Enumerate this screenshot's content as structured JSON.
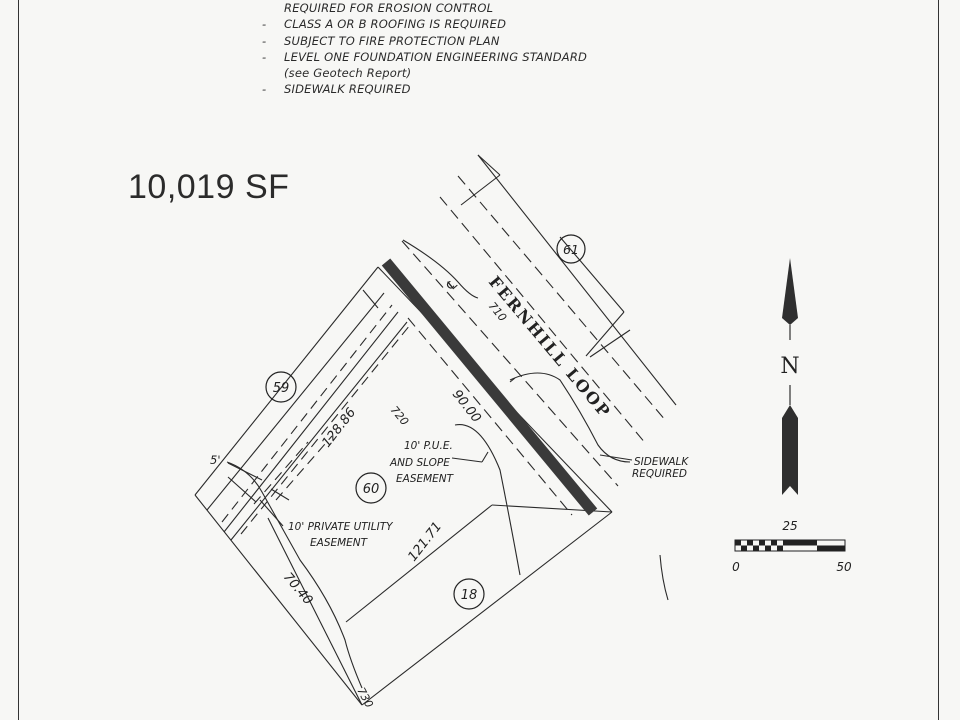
{
  "notes": [
    {
      "dash": "",
      "text": "REQUIRED FOR EROSION CONTROL"
    },
    {
      "dash": "-",
      "text": "CLASS A OR B ROOFING IS REQUIRED"
    },
    {
      "dash": "-",
      "text": "SUBJECT TO FIRE PROTECTION PLAN"
    },
    {
      "dash": "-",
      "text": "LEVEL ONE FOUNDATION ENGINEERING STANDARD"
    },
    {
      "dash": "",
      "text": "(see Geotech Report)"
    },
    {
      "dash": "-",
      "text": "SIDEWALK REQUIRED"
    }
  ],
  "area": "10,019 SF",
  "street": "FERNHILL LOOP",
  "centerline": "℄",
  "contours": {
    "c710": "710",
    "c720": "720",
    "c730": "730"
  },
  "lots": {
    "lot61": "61",
    "lot59": "59",
    "lot60": "60",
    "lot18": "18"
  },
  "dimensions": {
    "front": "90.00",
    "left_side": "128.86",
    "right_side": "121.71",
    "rear": "70.40",
    "setback": "5'"
  },
  "easements": {
    "pue_line1": "10' P.U.E.",
    "pue_line2": "AND SLOPE",
    "pue_line3": "EASEMENT",
    "private_line1": "10' PRIVATE UTILITY",
    "private_line2": "EASEMENT",
    "sidewalk_line1": "SIDEWALK",
    "sidewalk_line2": "REQUIRED"
  },
  "north": {
    "letter": "N"
  },
  "scale": {
    "mid": "25",
    "start": "0",
    "end": "50"
  }
}
